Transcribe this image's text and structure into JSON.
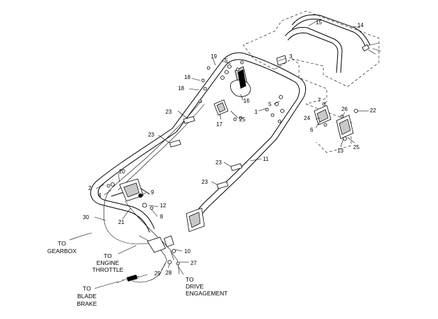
{
  "callouts": [
    "1",
    "2",
    "3",
    "4",
    "5",
    "5",
    "6",
    "7",
    "8",
    "9",
    "10",
    "11",
    "12",
    "13",
    "14",
    "15",
    "16",
    "17",
    "18",
    "18",
    "19",
    "20",
    "21",
    "22",
    "23",
    "23",
    "23",
    "23",
    "24",
    "25",
    "25",
    "26",
    "27",
    "28",
    "29",
    "30"
  ],
  "labels": {
    "gearbox": [
      "TO",
      "GEARBOX"
    ],
    "engine_throttle": [
      "TO",
      "ENGINE",
      "THROTTLE"
    ],
    "blade_brake": [
      "TO",
      "BLADE",
      "BRAKE"
    ],
    "drive_engagement": [
      "TO",
      "DRIVE",
      "ENGAGEMENT"
    ]
  }
}
